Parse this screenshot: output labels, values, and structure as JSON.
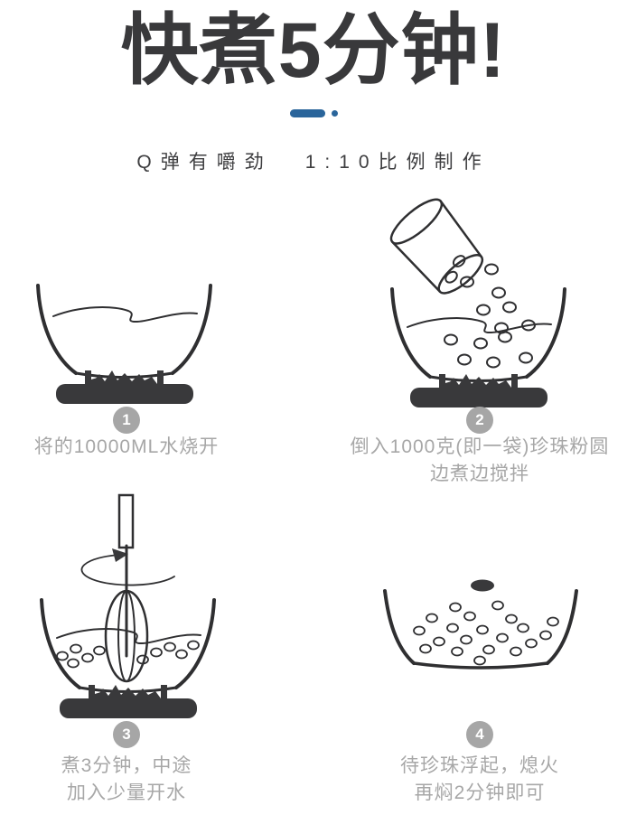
{
  "page": {
    "title": "快煮5分钟!",
    "subtitle_left": "Q弹有嚼劲",
    "subtitle_right": "1:10比例制作",
    "colors": {
      "accent_blue": "#2a659b",
      "title_text": "#39393b",
      "caption_text": "#a7a7a7",
      "badge_gray": "#a6a6a6",
      "line_art": "#2f2f31"
    }
  },
  "steps": [
    {
      "number": "1",
      "illustration": "pot-of-water-boiling-on-stove",
      "lines": [
        "将的10000ML水烧开"
      ]
    },
    {
      "number": "2",
      "illustration": "cup-pouring-pearls-into-boiling-pot",
      "lines": [
        "倒入1000克(即一袋)珍珠粉圆",
        "边煮边搅拌"
      ]
    },
    {
      "number": "3",
      "illustration": "whisk-stirring-pearls-in-pot",
      "lines": [
        "煮3分钟，中途",
        "加入少量开水"
      ]
    },
    {
      "number": "4",
      "illustration": "lidded-bowl-full-of-pearls",
      "lines": [
        "待珍珠浮起，熄火",
        "再焖2分钟即可"
      ]
    }
  ]
}
